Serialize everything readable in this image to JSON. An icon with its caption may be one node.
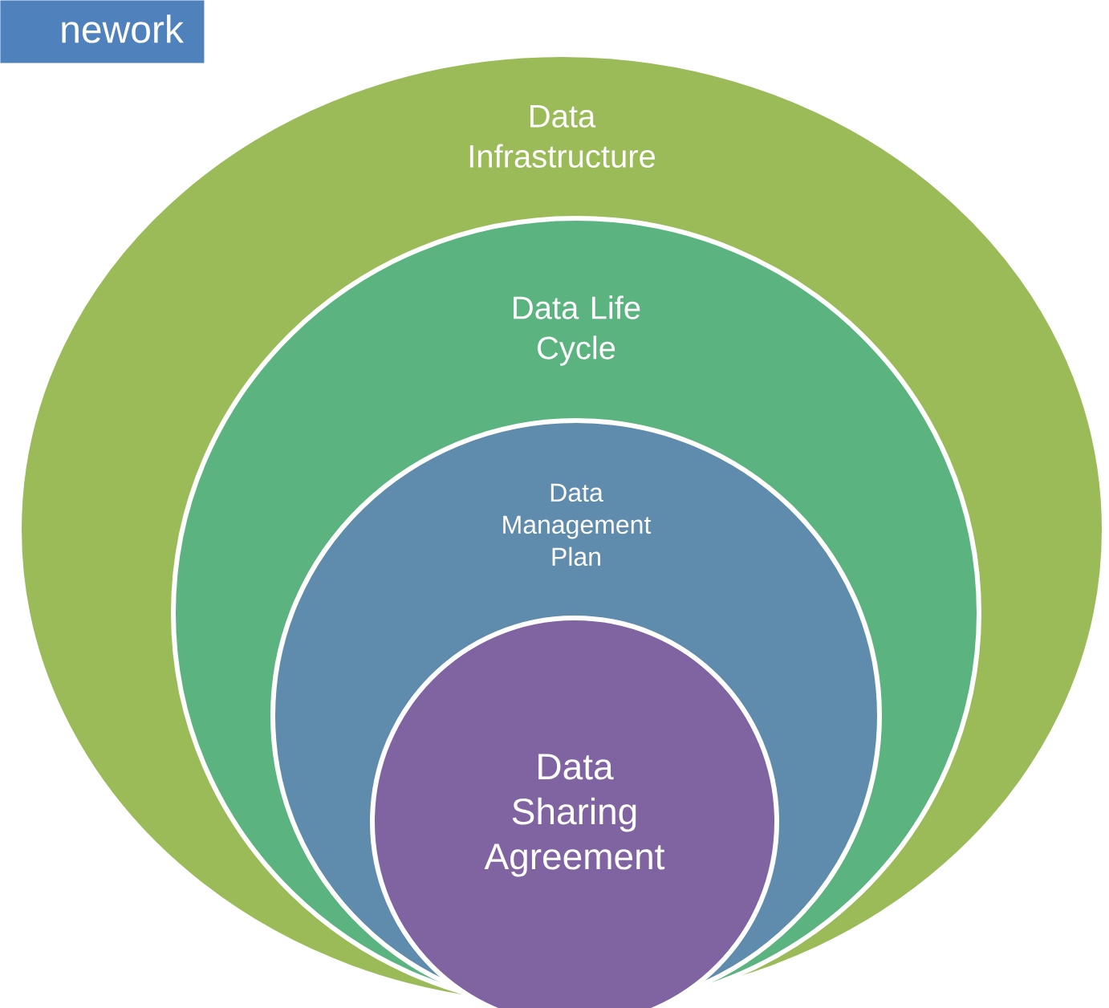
{
  "diagram": {
    "nodes": [
      {
        "text": [
          "nework"
        ]
      },
      {
        "text": [
          "Data Infrastructure"
        ]
      },
      {
        "text": [
          "Data Life Cycle"
        ],
        "in": 1
      },
      {
        "text": [
          "Data Management Plan"
        ],
        "in": 2
      },
      {
        "text": [
          "Data Sharing Agreement"
        ],
        "in": 3
      }
    ]
  }
}
